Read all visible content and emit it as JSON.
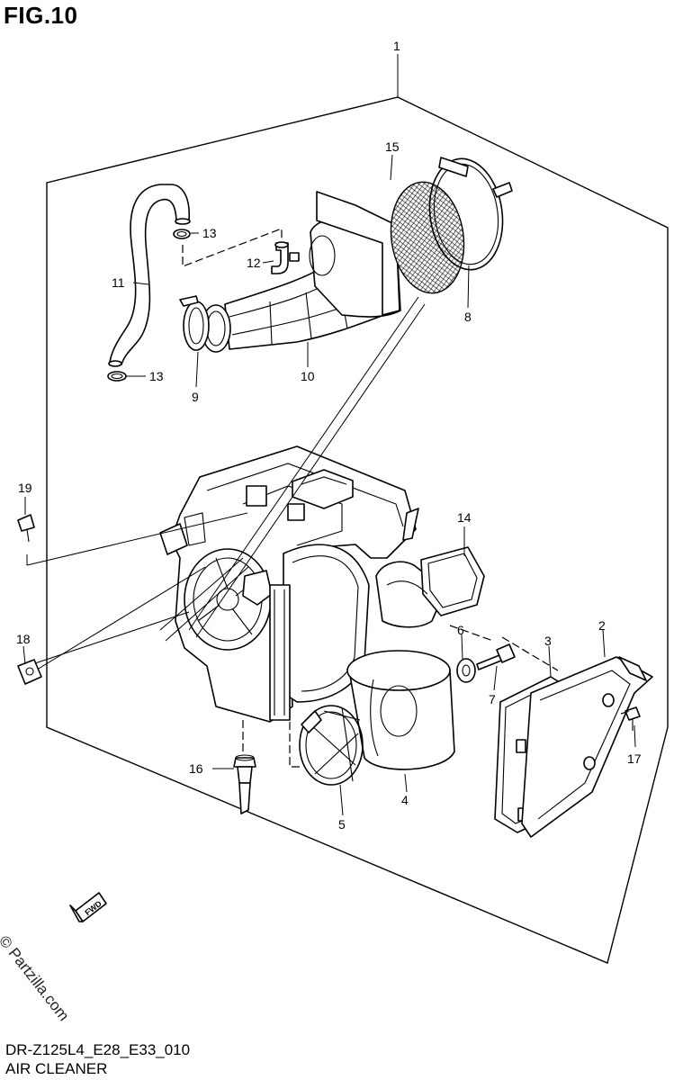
{
  "figure": {
    "title": "FIG.10",
    "model_code": "DR-Z125L4_E28_E33_010",
    "section_name": "AIR CLEANER",
    "watermark": "© Partzilla.com",
    "direction_badge": "FWD"
  },
  "callouts": [
    {
      "number": "1",
      "part": "air-cleaner-assembly"
    },
    {
      "number": "2",
      "part": "cap"
    },
    {
      "number": "3",
      "part": "cap-seal"
    },
    {
      "number": "4",
      "part": "filter-element"
    },
    {
      "number": "5",
      "part": "element-frame"
    },
    {
      "number": "6",
      "part": "washer"
    },
    {
      "number": "7",
      "part": "screw"
    },
    {
      "number": "8",
      "part": "clamp"
    },
    {
      "number": "9",
      "part": "clamp"
    },
    {
      "number": "10",
      "part": "intake-duct"
    },
    {
      "number": "11",
      "part": "breather-hose"
    },
    {
      "number": "12",
      "part": "hose-joint"
    },
    {
      "number": "13",
      "part": "hose-clip"
    },
    {
      "number": "13",
      "part": "hose-clip"
    },
    {
      "number": "14",
      "part": "inlet-seal"
    },
    {
      "number": "15",
      "part": "mesh-screen"
    },
    {
      "number": "16",
      "part": "drain-plug"
    },
    {
      "number": "17",
      "part": "bolt"
    },
    {
      "number": "18",
      "part": "nut"
    },
    {
      "number": "19",
      "part": "bolt"
    }
  ]
}
